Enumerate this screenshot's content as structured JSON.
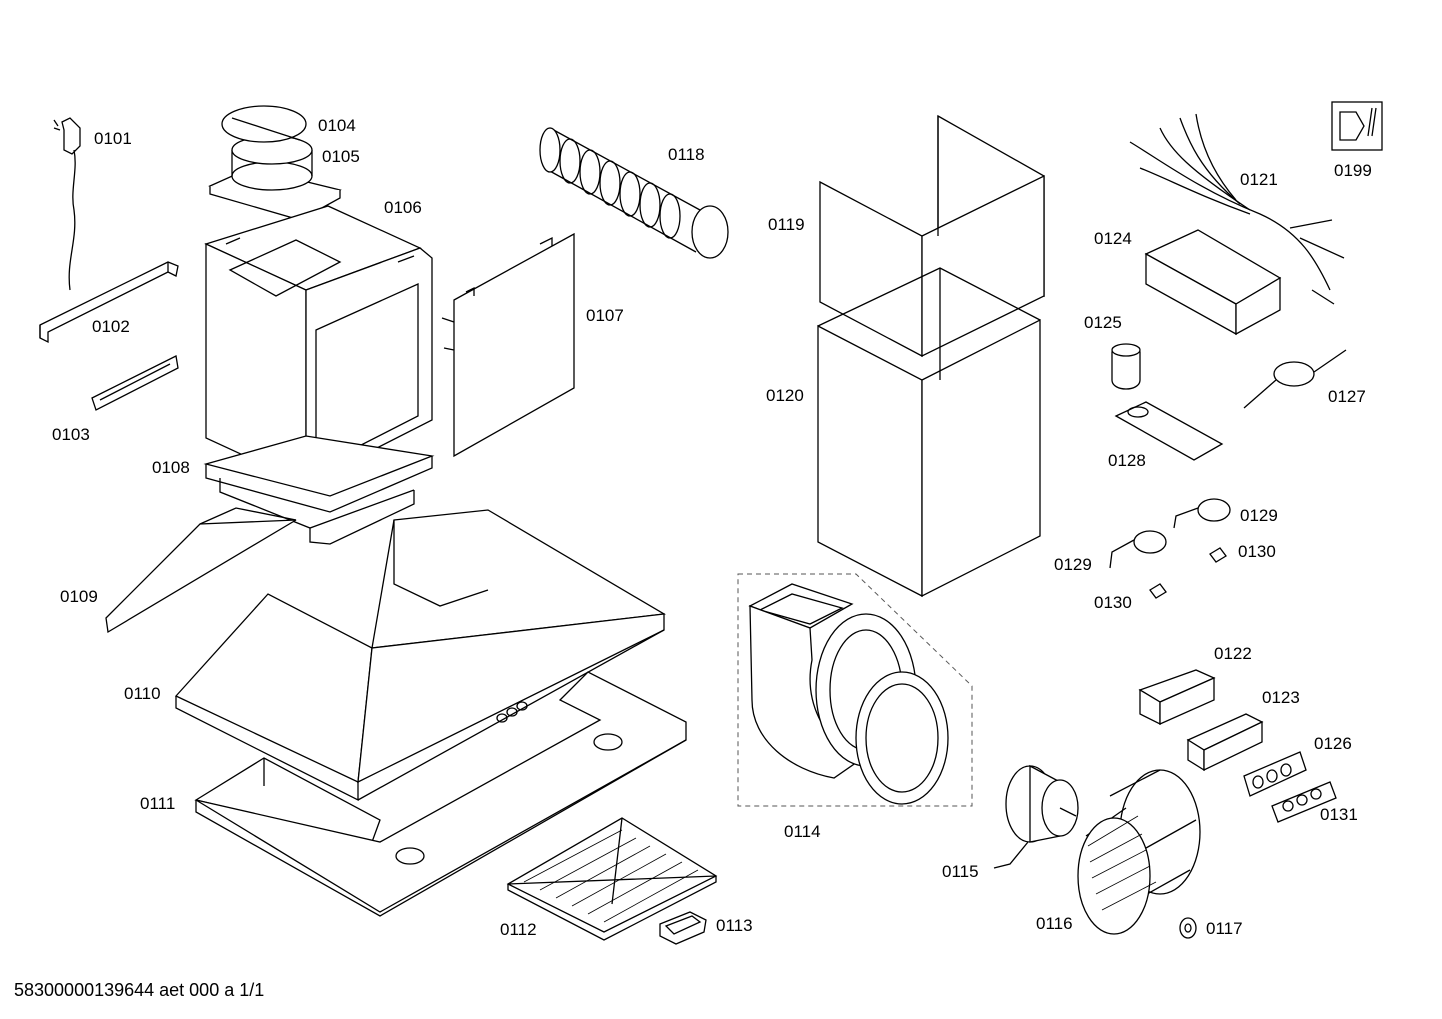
{
  "labels": {
    "p0101": "0101",
    "p0102": "0102",
    "p0103": "0103",
    "p0104": "0104",
    "p0105": "0105",
    "p0106": "0106",
    "p0107": "0107",
    "p0108": "0108",
    "p0109": "0109",
    "p0110": "0110",
    "p0111": "0111",
    "p0112": "0112",
    "p0113": "0113",
    "p0114": "0114",
    "p0115": "0115",
    "p0116": "0116",
    "p0117": "0117",
    "p0118": "0118",
    "p0119": "0119",
    "p0120": "0120",
    "p0121": "0121",
    "p0122": "0122",
    "p0123": "0123",
    "p0124": "0124",
    "p0125": "0125",
    "p0126": "0126",
    "p0127": "0127",
    "p0128": "0128",
    "p0129a": "0129",
    "p0129b": "0129",
    "p0130a": "0130",
    "p0130b": "0130",
    "p0131": "0131",
    "p0199": "0199"
  },
  "footer": "58300000139644 aet 000 a 1/1",
  "icons": {
    "service": "wrench-nut-icon"
  }
}
